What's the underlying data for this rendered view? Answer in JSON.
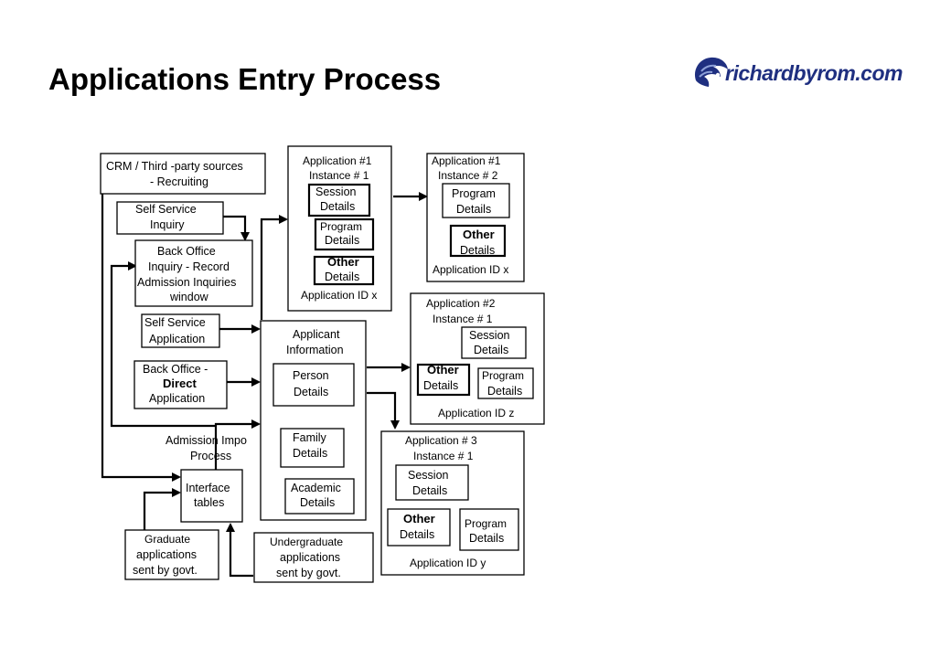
{
  "slide": {
    "title": "Applications Entry Process",
    "logo_text": "richardbyrom.com",
    "logo_icon": "lion-head-logo-icon",
    "accent_color": "#1f2f80"
  },
  "diagram": {
    "crm": {
      "line1": "CRM / Third -party sources",
      "line2": "- Recruiting"
    },
    "self_service_inquiry": {
      "line1": "Self Service",
      "line2": "Inquiry"
    },
    "back_office_inquiry": {
      "line1": "Back  Office",
      "line2": "Inquiry - Record",
      "line3": "Admission Inquiries",
      "line4": "window"
    },
    "self_service_application": {
      "line1": "Self Service",
      "line2": "Application"
    },
    "back_office_direct": {
      "line1": "Back Office -",
      "line2": "Direct",
      "line3": "Application"
    },
    "admission_import": {
      "line1": "Admission Impo",
      "line2": "Process"
    },
    "interface_tables": {
      "line1": "Interface",
      "line2": "tables"
    },
    "graduate": {
      "line1": "Graduate",
      "line2": "applications",
      "line3": "sent by govt."
    },
    "undergraduate": {
      "line1": "Undergraduate",
      "line2": "applications",
      "line3": "sent by govt."
    },
    "applicant_info": {
      "line1": "Applicant",
      "line2": "Information",
      "person": {
        "line1": "Person",
        "line2": "Details"
      },
      "family": {
        "line1": "Family",
        "line2": "Details"
      },
      "academic": {
        "line1": "Academic",
        "line2": "Details"
      }
    },
    "app1_inst1": {
      "line1": "Application #1",
      "line2": "Instance # 1",
      "session": {
        "line1": "Session",
        "line2": "Details"
      },
      "program": {
        "line1": "Program",
        "line2": "Details"
      },
      "other": {
        "line1": "Other",
        "line2": "Details"
      },
      "footer": "Application ID x"
    },
    "app1_inst2": {
      "line1": "Application #1",
      "line2": "Instance # 2",
      "program": {
        "line1": "Program",
        "line2": "Details"
      },
      "other": {
        "line1": "Other",
        "line2": "Details"
      },
      "footer": "Application ID x"
    },
    "app2_inst1": {
      "line1": "Application #2",
      "line2": "Instance # 1",
      "session": {
        "line1": "Session",
        "line2": "Details"
      },
      "other": {
        "line1": "Other",
        "line2": "Details"
      },
      "program": {
        "line1": "Program",
        "line2": "Details"
      },
      "footer": "Application ID z"
    },
    "app3_inst1": {
      "line1": "Application # 3",
      "line2": "Instance # 1",
      "session": {
        "line1": "Session",
        "line2": "Details"
      },
      "other": {
        "line1": "Other",
        "line2": "Details"
      },
      "program": {
        "line1": "Program",
        "line2": "Details"
      },
      "footer": "Application ID y"
    }
  }
}
